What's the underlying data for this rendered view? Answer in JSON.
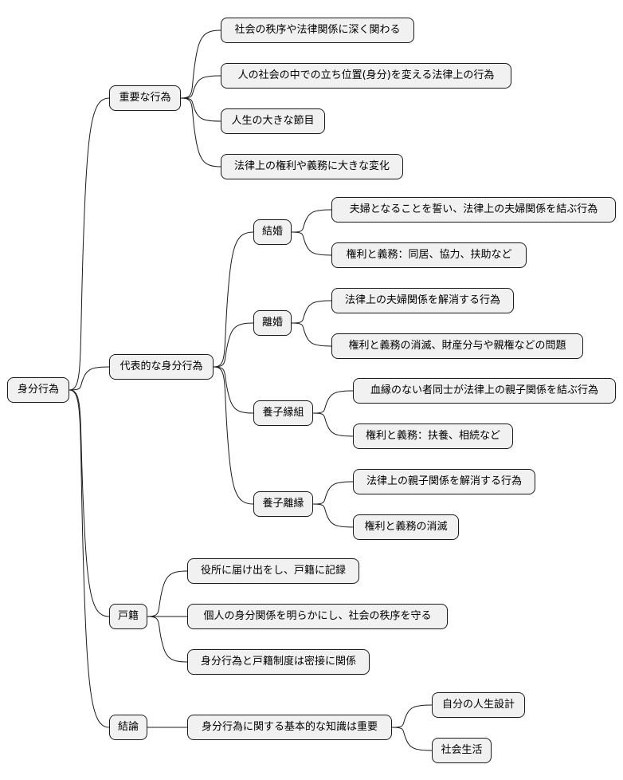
{
  "mindmap": {
    "root": "身分行為",
    "branches": [
      {
        "label": "重要な行為",
        "children": [
          {
            "label": "社会の秩序や法律関係に深く関わる"
          },
          {
            "label": "人の社会の中での立ち位置(身分)を変える法律上の行為"
          },
          {
            "label": "人生の大きな節目"
          },
          {
            "label": "法律上の権利や義務に大きな変化"
          }
        ]
      },
      {
        "label": "代表的な身分行為",
        "children": [
          {
            "label": "結婚",
            "children": [
              {
                "label": "夫婦となることを誓い、法律上の夫婦関係を結ぶ行為"
              },
              {
                "label": "権利と義務：同居、協力、扶助など"
              }
            ]
          },
          {
            "label": "離婚",
            "children": [
              {
                "label": "法律上の夫婦関係を解消する行為"
              },
              {
                "label": "権利と義務の消滅、財産分与や親権などの問題"
              }
            ]
          },
          {
            "label": "養子縁組",
            "children": [
              {
                "label": "血縁のない者同士が法律上の親子関係を結ぶ行為"
              },
              {
                "label": "権利と義務：扶養、相続など"
              }
            ]
          },
          {
            "label": "養子離縁",
            "children": [
              {
                "label": "法律上の親子関係を解消する行為"
              },
              {
                "label": "権利と義務の消滅"
              }
            ]
          }
        ]
      },
      {
        "label": "戸籍",
        "children": [
          {
            "label": "役所に届け出をし、戸籍に記録"
          },
          {
            "label": "個人の身分関係を明らかにし、社会の秩序を守る"
          },
          {
            "label": "身分行為と戸籍制度は密接に関係"
          }
        ]
      },
      {
        "label": "結論",
        "children": [
          {
            "label": "身分行為に関する基本的な知識は重要",
            "children": [
              {
                "label": "自分の人生設計"
              },
              {
                "label": "社会生活"
              }
            ]
          }
        ]
      }
    ]
  }
}
